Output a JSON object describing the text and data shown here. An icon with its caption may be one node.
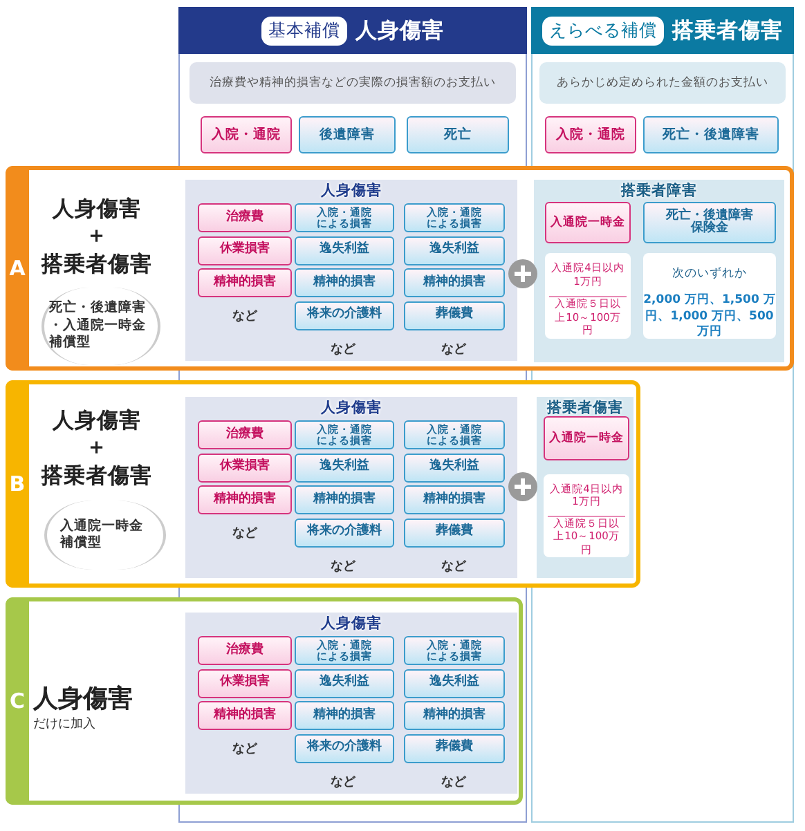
{
  "diagram": {
    "nodes": [
      {
        "text": [
          "基本補償",
          "人身傷害"
        ]
      },
      {
        "text": [
          "治療費や精神的損害などの実際の損害額のお支払い"
        ],
        "in": 0
      },
      {
        "text": [
          "入院・通院"
        ],
        "in": 0
      },
      {
        "text": [
          "後遺障害"
        ],
        "in": 0
      },
      {
        "text": [
          "死亡"
        ],
        "in": 0
      },
      {
        "text": [
          "えらべる補償",
          "搭乗者傷害"
        ]
      },
      {
        "text": [
          "あらかじめ定められた金額のお支払い"
        ],
        "in": 5
      },
      {
        "text": [
          "入院・通院"
        ],
        "in": 5
      },
      {
        "text": [
          "死亡・後遺障害"
        ],
        "in": 5
      },
      {
        "text": [
          "A",
          "人身傷害",
          "＋",
          "搭乗者傷害",
          "死亡・後遺障害・入通院一時金補償型"
        ]
      },
      {
        "text": [
          "人身傷害",
          "など",
          "など",
          "など"
        ],
        "in": 9
      },
      {
        "text": [
          "治療費"
        ],
        "in": 10
      },
      {
        "text": [
          "休業損害"
        ],
        "in": 10
      },
      {
        "text": [
          "精神的損害"
        ],
        "in": 10
      },
      {
        "text": [
          "入院・通院による損害"
        ],
        "in": 10
      },
      {
        "text": [
          "逸失利益"
        ],
        "in": 10
      },
      {
        "text": [
          "精神的損害"
        ],
        "in": 10
      },
      {
        "text": [
          "将来の介護料"
        ],
        "in": 10
      },
      {
        "text": [
          "入院・通院による損害"
        ],
        "in": 10
      },
      {
        "text": [
          "逸失利益"
        ],
        "in": 10
      },
      {
        "text": [
          "精神的損害"
        ],
        "in": 10
      },
      {
        "text": [
          "葬儀費"
        ],
        "in": 10
      },
      {
        "text": [
          "搭乗者障害"
        ],
        "in": 9
      },
      {
        "text": [
          "入通院一時金"
        ],
        "in": 22
      },
      {
        "text": [
          "死亡・後遺障害保険金"
        ],
        "in": 22
      },
      {
        "text": [
          "入通院4日以内1万円",
          "入通院５日以上10～100万円"
        ],
        "in": 22
      },
      {
        "text": [
          "次のいずれか",
          "2,000 万円、1,500 万円、1,000 万円、500 万円"
        ],
        "in": 22
      },
      {
        "text": [
          "B",
          "人身傷害",
          "＋",
          "搭乗者傷害",
          "入通院一時金補償型"
        ]
      },
      {
        "text": [
          "人身傷害",
          "など",
          "など",
          "など"
        ],
        "in": 27
      },
      {
        "text": [
          "治療費"
        ],
        "in": 28
      },
      {
        "text": [
          "休業損害"
        ],
        "in": 28
      },
      {
        "text": [
          "精神的損害"
        ],
        "in": 28
      },
      {
        "text": [
          "入院・通院による損害"
        ],
        "in": 28
      },
      {
        "text": [
          "逸失利益"
        ],
        "in": 28
      },
      {
        "text": [
          "精神的損害"
        ],
        "in": 28
      },
      {
        "text": [
          "将来の介護料"
        ],
        "in": 28
      },
      {
        "text": [
          "入院・通院による損害"
        ],
        "in": 28
      },
      {
        "text": [
          "逸失利益"
        ],
        "in": 28
      },
      {
        "text": [
          "精神的損害"
        ],
        "in": 28
      },
      {
        "text": [
          "葬儀費"
        ],
        "in": 28
      },
      {
        "text": [
          "搭乗者傷害"
        ],
        "in": 27
      },
      {
        "text": [
          "入通院一時金"
        ],
        "in": 40
      },
      {
        "text": [
          "入通院4日以内1万円",
          "入通院５日以上10～100万円"
        ],
        "in": 40
      },
      {
        "text": [
          "C",
          "人身傷害",
          "だけに加入"
        ]
      },
      {
        "text": [
          "人身傷害",
          "など",
          "など",
          "など"
        ],
        "in": 43
      },
      {
        "text": [
          "治療費"
        ],
        "in": 44
      },
      {
        "text": [
          "休業損害"
        ],
        "in": 44
      },
      {
        "text": [
          "精神的損害"
        ],
        "in": 44
      },
      {
        "text": [
          "入院・通院による損害"
        ],
        "in": 44
      },
      {
        "text": [
          "逸失利益"
        ],
        "in": 44
      },
      {
        "text": [
          "精神的損害"
        ],
        "in": 44
      },
      {
        "text": [
          "将来の介護料"
        ],
        "in": 44
      },
      {
        "text": [
          "入院・通院による損害"
        ],
        "in": 44
      },
      {
        "text": [
          "逸失利益"
        ],
        "in": 44
      },
      {
        "text": [
          "精神的損害"
        ],
        "in": 44
      },
      {
        "text": [
          "葬儀費"
        ],
        "in": 44
      }
    ]
  }
}
